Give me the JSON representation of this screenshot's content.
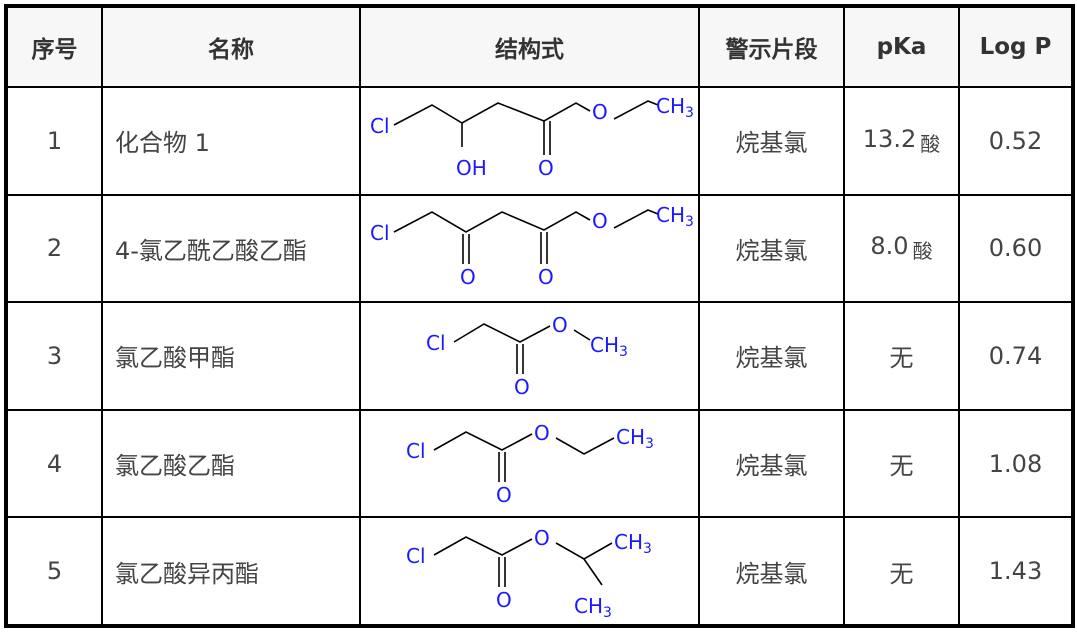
{
  "headers": {
    "index": "序号",
    "name": "名称",
    "structure": "结构式",
    "alert": "警示片段",
    "pka": "pKa",
    "logp": "Log P"
  },
  "rows": [
    {
      "index": "1",
      "name": "化合物 1",
      "alert": "烷基氯",
      "pka_value": "13.2",
      "pka_type": "酸",
      "logp": "0.52",
      "atoms": {
        "cl": "Cl",
        "oh": "OH",
        "o_carbonyl": "O",
        "o_ester": "O",
        "ch3": "CH",
        "ch3_sub": "3"
      }
    },
    {
      "index": "2",
      "name": "4-氯乙酰乙酸乙酯",
      "alert": "烷基氯",
      "pka_value": "8.0",
      "pka_type": "酸",
      "logp": "0.60",
      "atoms": {
        "cl": "Cl",
        "o_keto": "O",
        "o_carbonyl": "O",
        "o_ester": "O",
        "ch3": "CH",
        "ch3_sub": "3"
      }
    },
    {
      "index": "3",
      "name": "氯乙酸甲酯",
      "alert": "烷基氯",
      "pka_value": "无",
      "logp": "0.74",
      "atoms": {
        "cl": "Cl",
        "o_carbonyl": "O",
        "o_ester": "O",
        "ch3": "CH",
        "ch3_sub": "3"
      }
    },
    {
      "index": "4",
      "name": "氯乙酸乙酯",
      "alert": "烷基氯",
      "pka_value": "无",
      "logp": "1.08",
      "atoms": {
        "cl": "Cl",
        "o_carbonyl": "O",
        "o_ester": "O",
        "ch3": "CH",
        "ch3_sub": "3"
      }
    },
    {
      "index": "5",
      "name": "氯乙酸异丙酯",
      "alert": "烷基氯",
      "pka_value": "无",
      "logp": "1.43",
      "atoms": {
        "cl": "Cl",
        "o_carbonyl": "O",
        "o_ester": "O",
        "ch3_a": "CH",
        "ch3_a_sub": "3",
        "ch3_b": "CH",
        "ch3_b_sub": "3"
      }
    }
  ]
}
